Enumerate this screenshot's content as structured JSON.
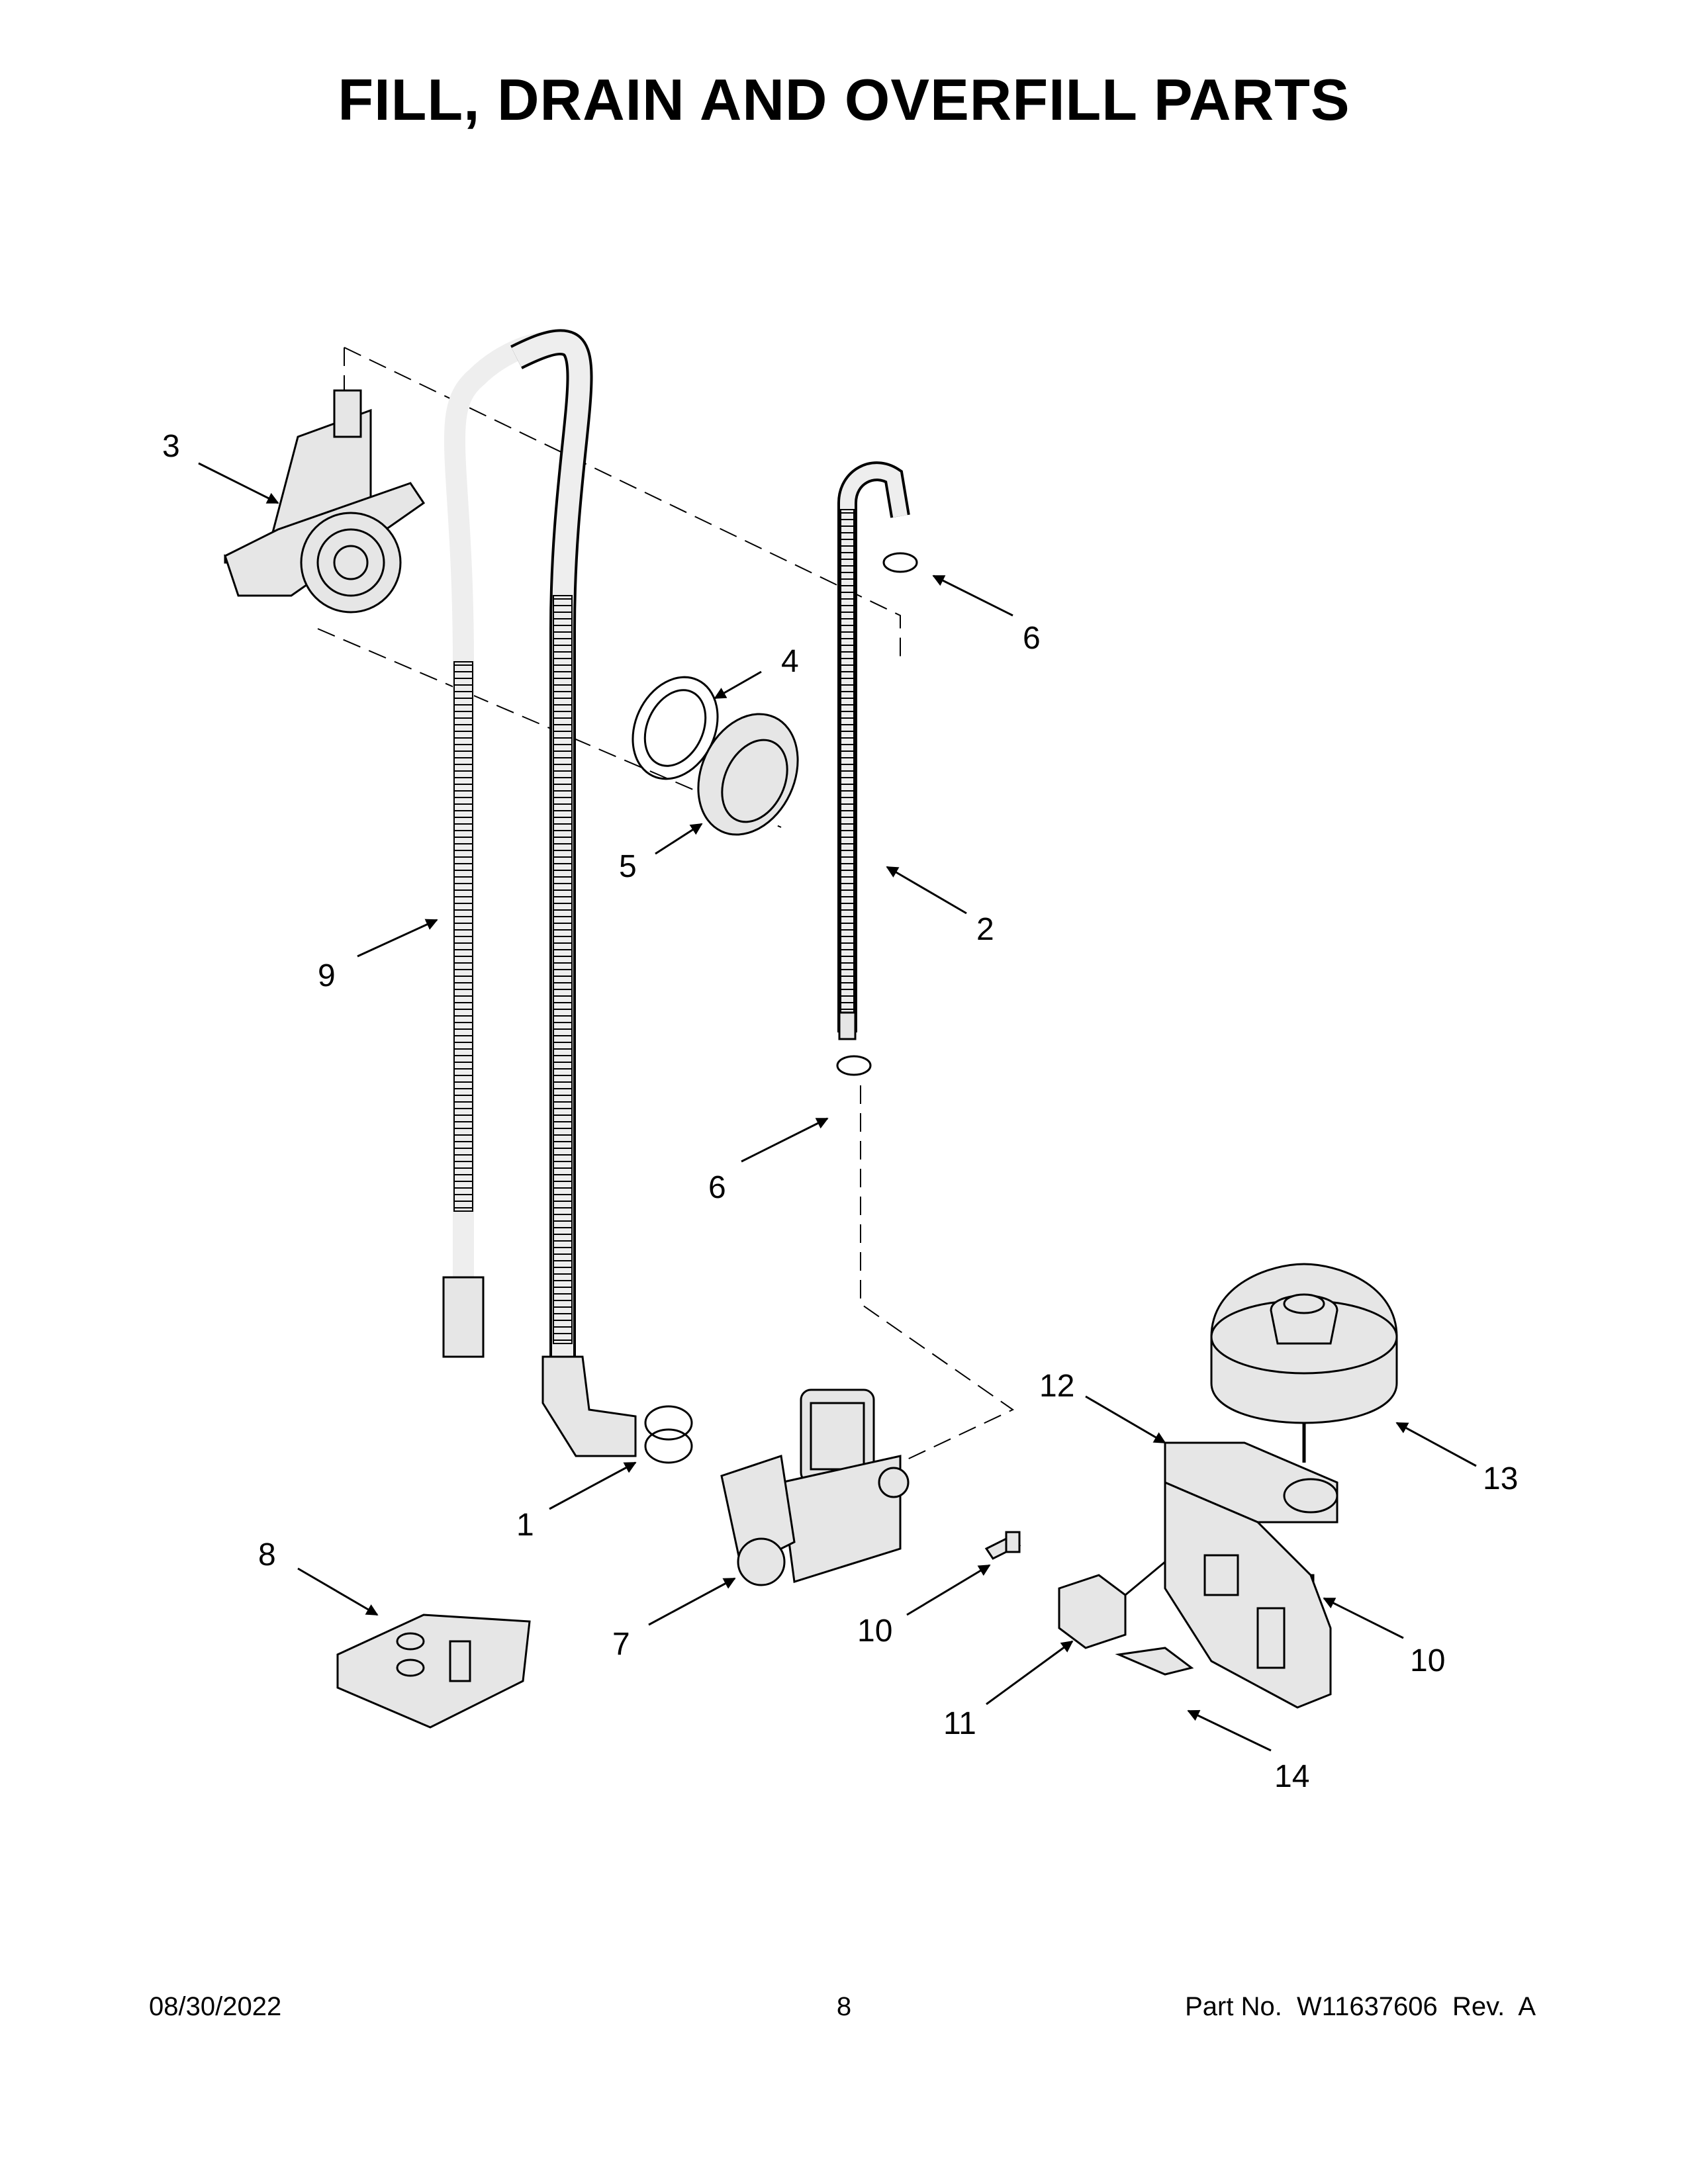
{
  "title": "FILL, DRAIN AND OVERFILL PARTS",
  "callouts": {
    "c1": "1",
    "c2": "2",
    "c3": "3",
    "c4": "4",
    "c5": "5",
    "c6a": "6",
    "c6b": "6",
    "c7": "7",
    "c8": "8",
    "c9": "9",
    "c10a": "10",
    "c10b": "10",
    "c11": "11",
    "c12": "12",
    "c13": "13",
    "c14": "14"
  },
  "footer": {
    "date": "08/30/2022",
    "page": "8",
    "part": "Part No.  W11637606  Rev.  A"
  }
}
